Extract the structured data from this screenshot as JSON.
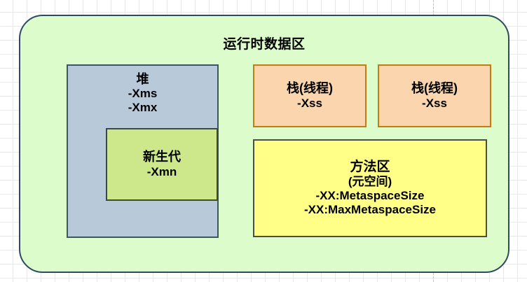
{
  "diagram": {
    "title": "运行时数据区",
    "background": {
      "grid": true,
      "grid_color": "#e8e8e8",
      "canvas_color": "#ffffff"
    },
    "colors": {
      "runtime_fill": "#ddfccb",
      "runtime_border": "#2e4a63",
      "heap_fill": "#b8c9d9",
      "heap_border": "#3d5666",
      "young_fill": "#cce88a",
      "young_border": "#3c4a3a",
      "stack_fill": "#fad5ad",
      "stack_border": "#bf7d14",
      "method_fill": "#ffff88",
      "method_border": "#4c4c41"
    },
    "heap": {
      "title": "堆",
      "params": [
        "-Xms",
        "-Xmx"
      ],
      "young_gen": {
        "title": "新生代",
        "params": [
          "-Xmn"
        ]
      }
    },
    "stacks": [
      {
        "title": "栈(线程)",
        "params": [
          "-Xss"
        ]
      },
      {
        "title": "栈(线程)",
        "params": [
          "-Xss"
        ]
      }
    ],
    "method_area": {
      "title": "方法区",
      "subtitle": "(元空间)",
      "params": [
        "-XX:MetaspaceSize",
        "-XX:MaxMetaspaceSize"
      ]
    }
  }
}
